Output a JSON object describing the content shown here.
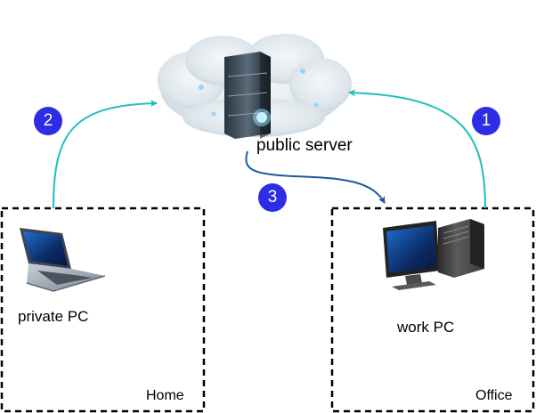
{
  "nodes": {
    "server": {
      "label": "public server",
      "icon": "server-icon"
    },
    "private_pc": {
      "label": "private PC",
      "icon": "laptop-icon"
    },
    "work_pc": {
      "label": "work PC",
      "icon": "desktop-computer-icon"
    }
  },
  "zones": {
    "home": {
      "label": "Home"
    },
    "office": {
      "label": "Office"
    }
  },
  "steps": [
    {
      "number": "1",
      "from": "work PC",
      "to": "public server"
    },
    {
      "number": "2",
      "from": "private PC",
      "to": "public server"
    },
    {
      "number": "3",
      "from": "public server",
      "to": "work PC"
    }
  ],
  "colors": {
    "step_badge": "#2d2de6",
    "arrow_up": "#1fbfbf",
    "arrow_down": "#1d5a96",
    "zone_border": "#000000",
    "cloud": "#dfe7ec"
  }
}
